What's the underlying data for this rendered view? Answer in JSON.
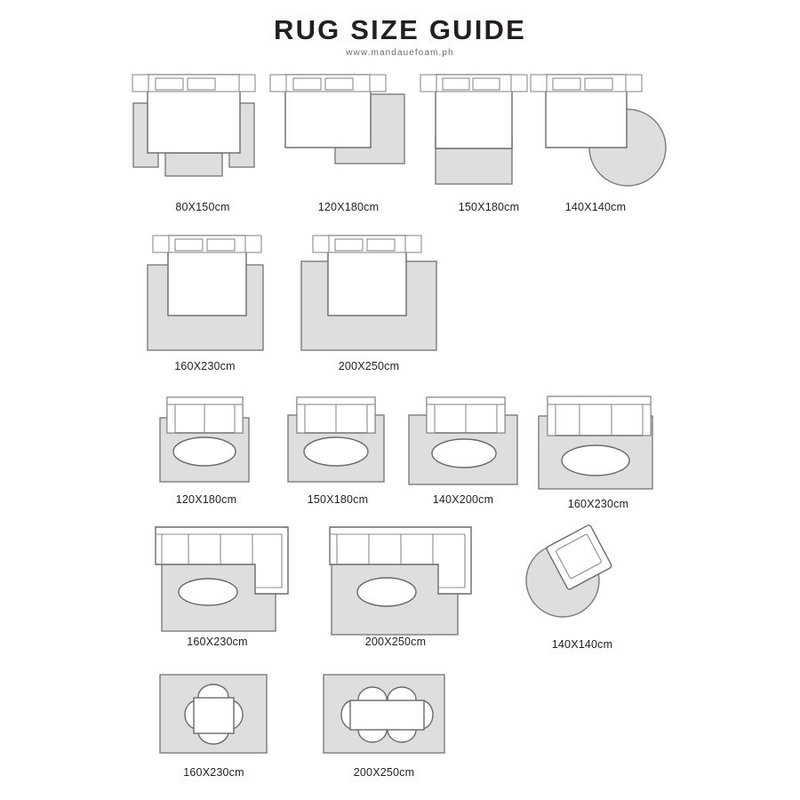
{
  "header": {
    "title": "RUG SIZE GUIDE",
    "subtitle": "www.mandauefoam.ph"
  },
  "colors": {
    "rug_fill": "#dedede",
    "rug_stroke": "#7c7c7c",
    "furniture_fill": "#ffffff",
    "furniture_stroke": "#6a6a6a",
    "text": "#231f20",
    "subtitle_text": "#6d6d6d",
    "background": "#ffffff"
  },
  "sections": [
    {
      "name": "bedroom-row-1",
      "items": [
        {
          "id": "bed-80x150",
          "label": "80X150cm",
          "furniture": "bed",
          "rug_shape": "runners-three"
        },
        {
          "id": "bed-120x180",
          "label": "120X180cm",
          "furniture": "bed",
          "rug_shape": "rectangle-corner"
        },
        {
          "id": "bed-150x180",
          "label": "150X180cm",
          "furniture": "bed",
          "rug_shape": "rectangle-foot"
        },
        {
          "id": "bed-140x140",
          "label": "140X140cm",
          "furniture": "bed",
          "rug_shape": "circle-corner"
        }
      ]
    },
    {
      "name": "bedroom-row-2",
      "items": [
        {
          "id": "bed-160x230",
          "label": "160X230cm",
          "furniture": "bed",
          "rug_shape": "rectangle-under-bed"
        },
        {
          "id": "bed-200x250",
          "label": "200X250cm",
          "furniture": "bed",
          "rug_shape": "rectangle-under-bed-large"
        }
      ]
    },
    {
      "name": "sofa-row",
      "items": [
        {
          "id": "sofa-120x180",
          "label": "120X180cm",
          "furniture": "sofa-2seat",
          "rug_shape": "rectangle"
        },
        {
          "id": "sofa-150x180",
          "label": "150X180cm",
          "furniture": "sofa-2seat",
          "rug_shape": "rectangle"
        },
        {
          "id": "sofa-140x200",
          "label": "140X200cm",
          "furniture": "sofa-2seat",
          "rug_shape": "rectangle"
        },
        {
          "id": "sofa-160x230",
          "label": "160X230cm",
          "furniture": "sofa-3seat",
          "rug_shape": "rectangle"
        }
      ]
    },
    {
      "name": "sectional-row",
      "items": [
        {
          "id": "sectional-160x230",
          "label": "160X230cm",
          "furniture": "sectional-l",
          "rug_shape": "rectangle"
        },
        {
          "id": "sectional-200x250",
          "label": "200X250cm",
          "furniture": "sectional-l-large",
          "rug_shape": "rectangle"
        },
        {
          "id": "armchair-140x140",
          "label": "140X140cm",
          "furniture": "armchair",
          "rug_shape": "circle"
        }
      ]
    },
    {
      "name": "dining-row",
      "items": [
        {
          "id": "dining-160x230",
          "label": "160X230cm",
          "furniture": "dining-square-4chairs",
          "rug_shape": "rectangle"
        },
        {
          "id": "dining-200x250",
          "label": "200X250cm",
          "furniture": "dining-rect-6chairs",
          "rug_shape": "rectangle"
        }
      ]
    }
  ]
}
